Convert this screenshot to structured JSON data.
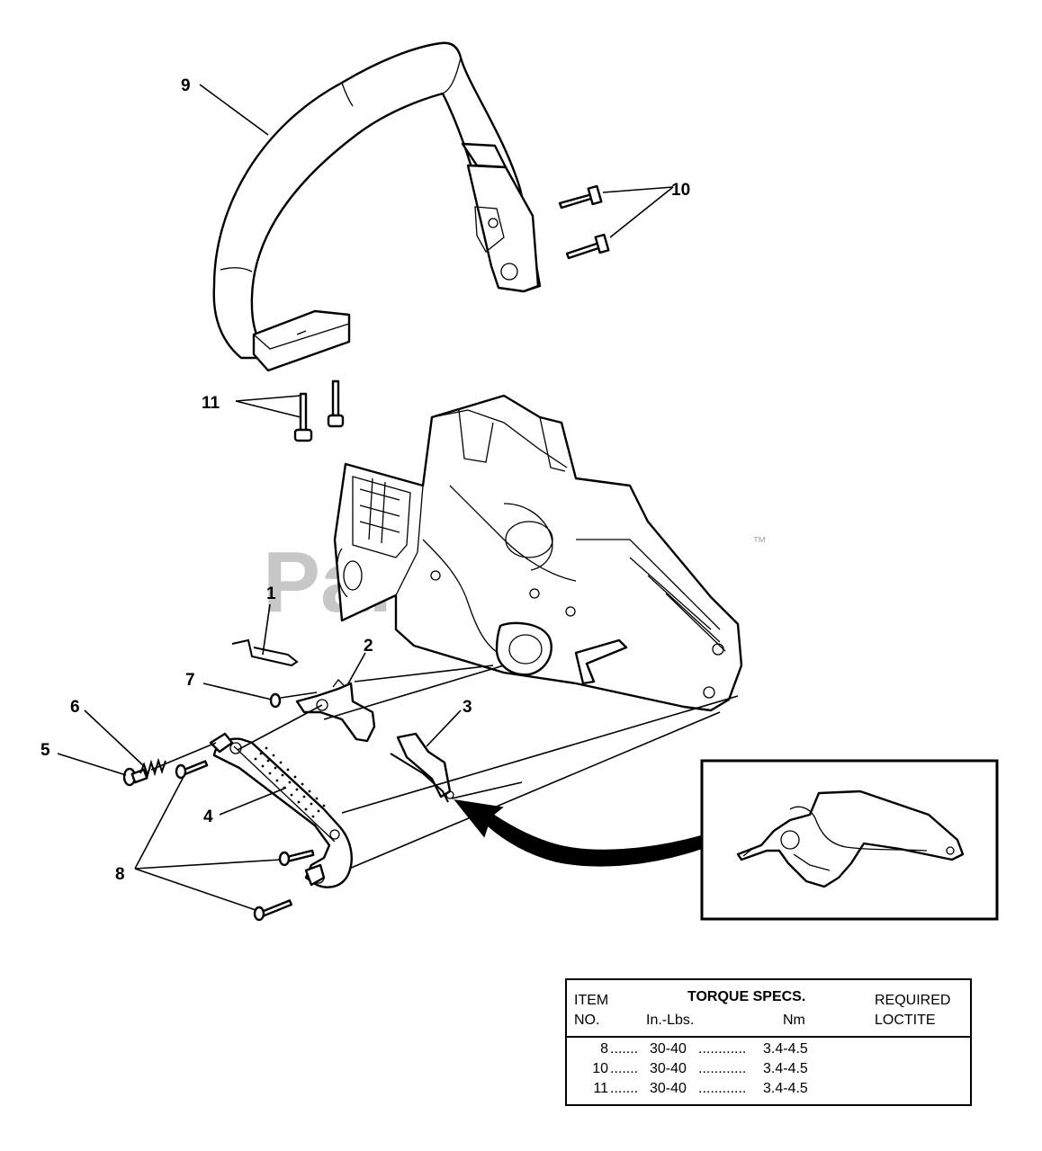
{
  "watermark": {
    "text": "PartsTree",
    "trademark": "™"
  },
  "callouts": [
    "1",
    "2",
    "3",
    "4",
    "5",
    "6",
    "7",
    "8",
    "9",
    "10",
    "11"
  ],
  "torque_table": {
    "col_item_line1": "ITEM",
    "col_item_line2": "NO.",
    "title": "TORQUE SPECS.",
    "col_inlbs": "In.-Lbs.",
    "col_nm": "Nm",
    "col_req_line1": "REQUIRED",
    "col_req_line2": "LOCTITE",
    "rows": [
      {
        "item": "8",
        "dots1": ".......",
        "inlbs": "30-40",
        "dots2": "............",
        "nm": "3.4-4.5"
      },
      {
        "item": "10",
        "dots1": ".......",
        "inlbs": "30-40",
        "dots2": "............",
        "nm": "3.4-4.5"
      },
      {
        "item": "11",
        "dots1": ".......",
        "inlbs": "30-40",
        "dots2": "............",
        "nm": "3.4-4.5"
      }
    ]
  }
}
